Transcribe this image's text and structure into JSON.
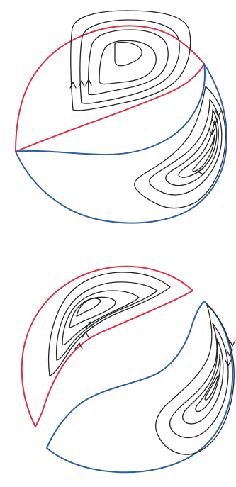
{
  "colors": {
    "boundary_red": "#e03040",
    "boundary_blue": "#2a5ea8",
    "streamline": "#222222",
    "background": "#ffffff"
  },
  "panels": [
    {
      "loops": 5,
      "arrow_direction": "clockwise"
    },
    {
      "loops": 5,
      "arrow_direction": "clockwise"
    }
  ]
}
